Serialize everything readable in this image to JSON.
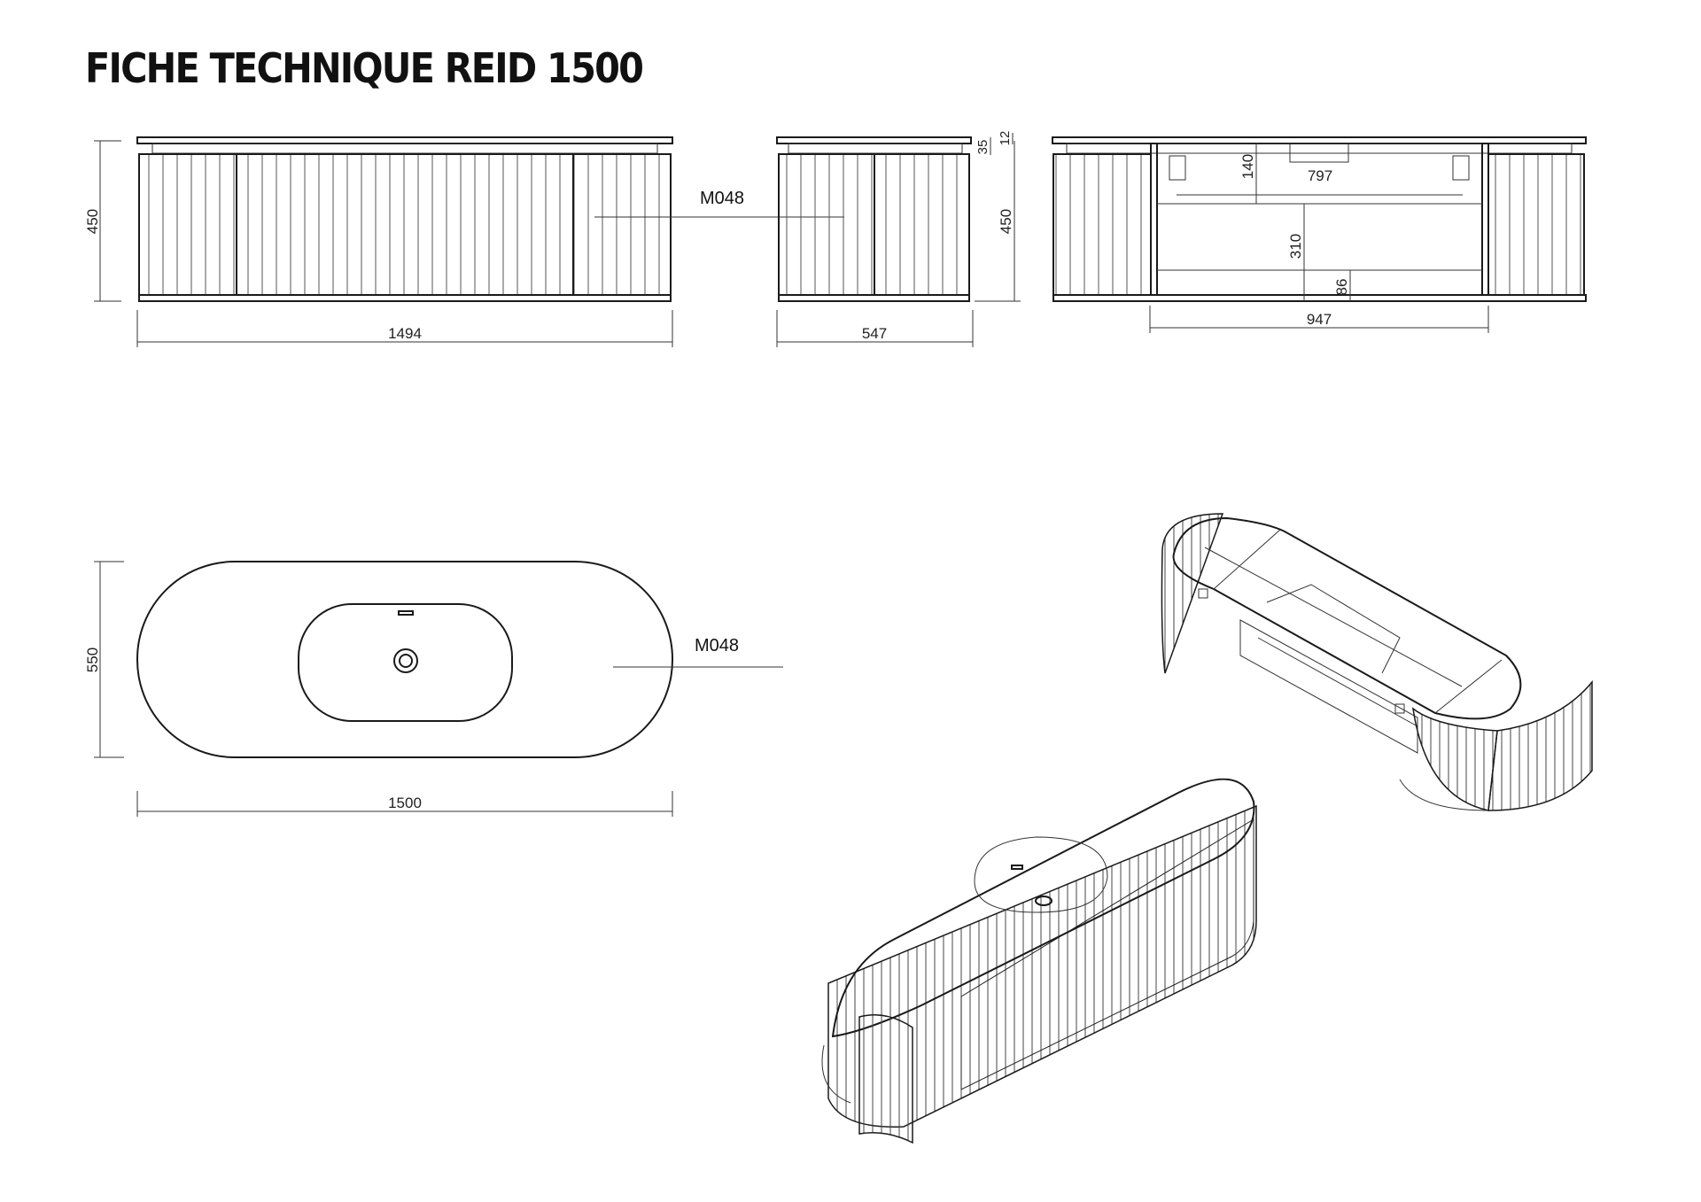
{
  "title": "FICHE TECHNIQUE REID 1500",
  "front_view": {
    "width": "1494",
    "height": "450",
    "finish_label": "M048"
  },
  "side_view": {
    "depth": "547",
    "height": "450",
    "top_thickness": "35",
    "edge_thickness": "12"
  },
  "back_view": {
    "drawer_height": "140",
    "bracket_spacing": "797",
    "opening_height": "310",
    "plinth_height": "86",
    "opening_width": "947"
  },
  "plan_view": {
    "width": "1500",
    "depth": "550",
    "finish_label": "M048"
  }
}
